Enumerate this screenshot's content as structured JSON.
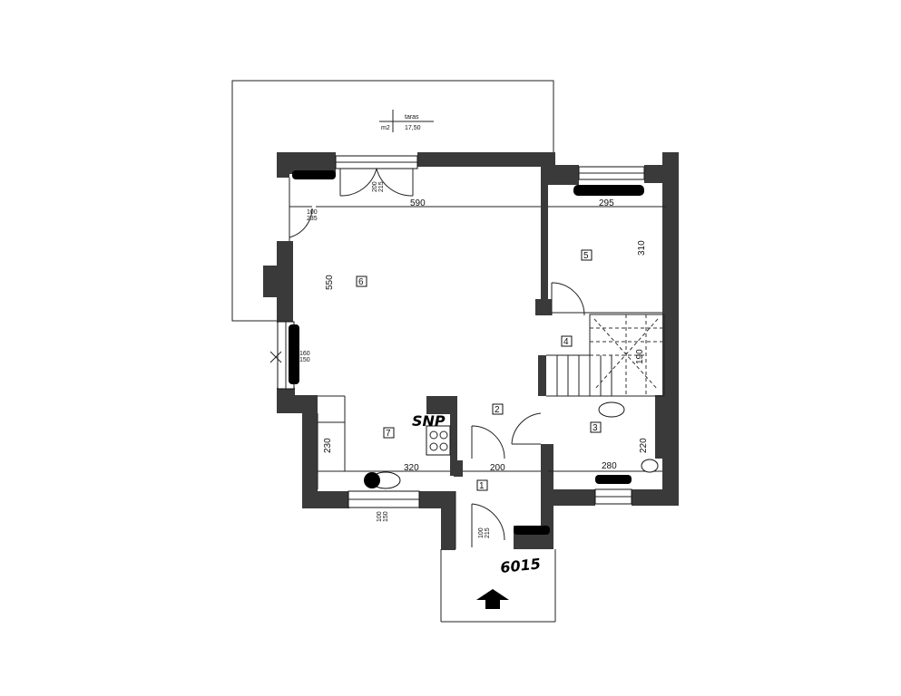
{
  "terrace": {
    "name": "taras",
    "unit": "m2",
    "area": "17,50"
  },
  "rooms": [
    {
      "id": "1"
    },
    {
      "id": "2"
    },
    {
      "id": "3"
    },
    {
      "id": "4"
    },
    {
      "id": "5"
    },
    {
      "id": "6"
    },
    {
      "id": "7"
    }
  ],
  "dimensions": {
    "living_width": "590",
    "room5_width": "295",
    "room5_depth": "310",
    "living_depth": "550",
    "stair_depth": "190",
    "kitchen_depth": "230",
    "kitchen_width": "320",
    "hall_width": "200",
    "wc_width": "280",
    "wc_depth": "220"
  },
  "openings": {
    "terrace_door_a": "200",
    "terrace_door_b": "215",
    "side_door_a": "100",
    "side_door_b": "235",
    "window_left_a": "160",
    "window_left_b": "150",
    "kitchen_window_a": "100",
    "kitchen_window_b": "150",
    "entry_door_a": "100",
    "entry_door_b": "215"
  },
  "annotations": {
    "kitchen_note": "SNP",
    "entry_note": "6015"
  },
  "colors": {
    "wall": "#3a3a3a",
    "line": "#222222",
    "background": "#ffffff"
  },
  "icons": [
    "entrance-arrow-icon",
    "compass-mark-icon"
  ]
}
